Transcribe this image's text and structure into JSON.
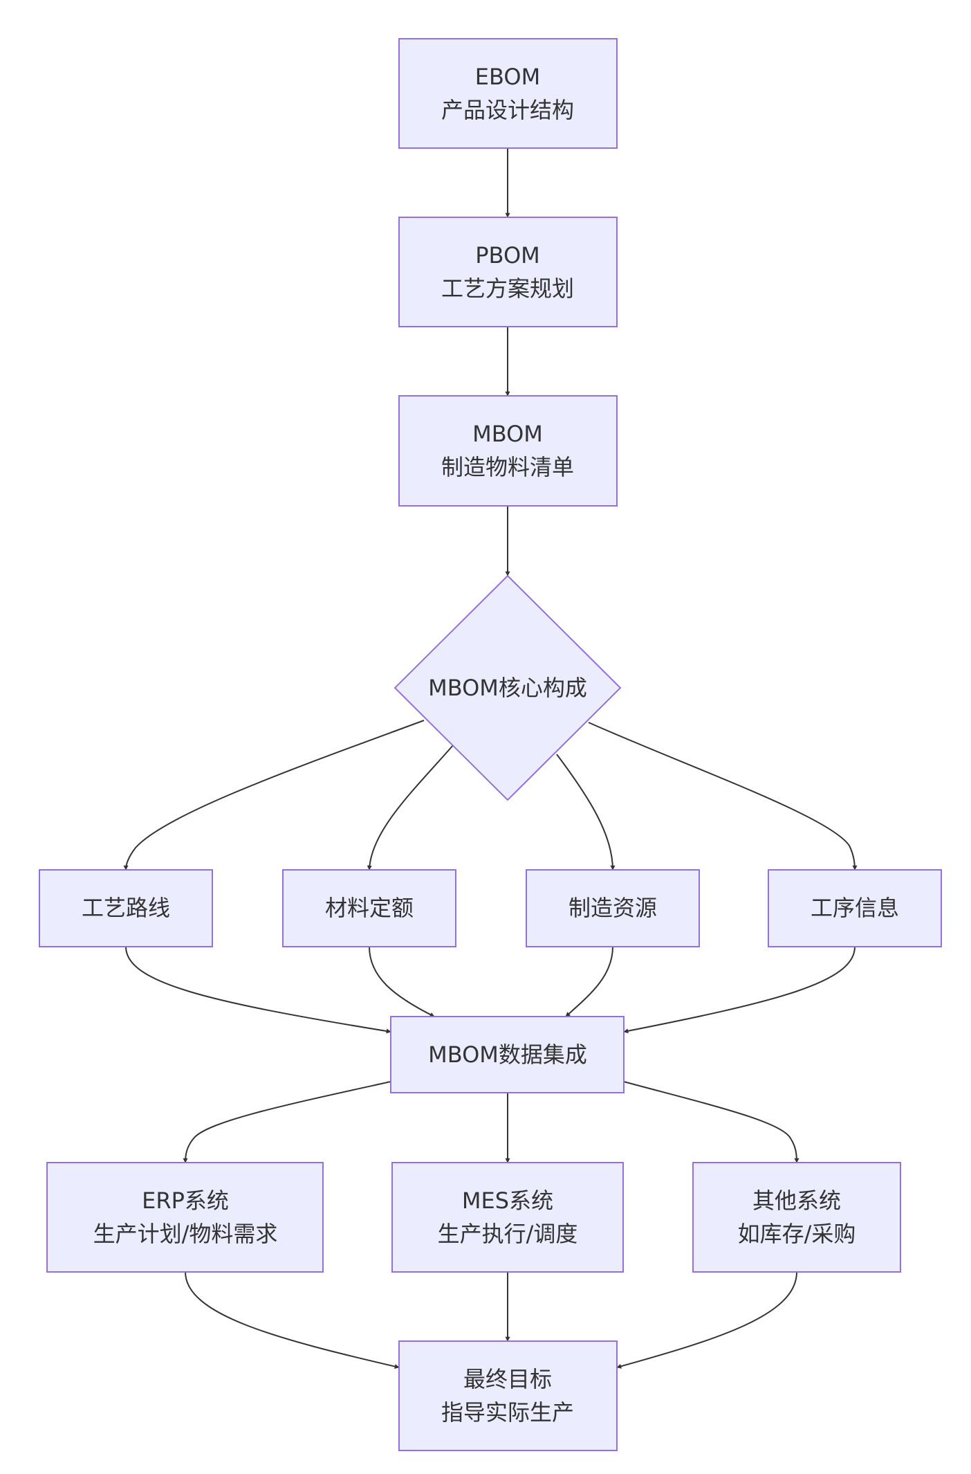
{
  "nodes": {
    "ebom": {
      "line1": "EBOM",
      "line2": "产品设计结构"
    },
    "pbom": {
      "line1": "PBOM",
      "line2": "工艺方案规划"
    },
    "mbom": {
      "line1": "MBOM",
      "line2": "制造物料清单"
    },
    "core": {
      "label": "MBOM核心构成"
    },
    "routing": {
      "label": "工艺路线"
    },
    "material": {
      "label": "材料定额"
    },
    "resource": {
      "label": "制造资源"
    },
    "operation": {
      "label": "工序信息"
    },
    "integration": {
      "label": "MBOM数据集成"
    },
    "erp": {
      "line1": "ERP系统",
      "line2": "生产计划/物料需求"
    },
    "mes": {
      "line1": "MES系统",
      "line2": "生产执行/调度"
    },
    "other": {
      "line1": "其他系统",
      "line2": "如库存/采购"
    },
    "goal": {
      "line1": "最终目标",
      "line2": "指导实际生产"
    }
  },
  "colors": {
    "node_fill": "#ECECFF",
    "node_stroke": "#9370DB",
    "edge": "#333333",
    "text": "#333333"
  }
}
